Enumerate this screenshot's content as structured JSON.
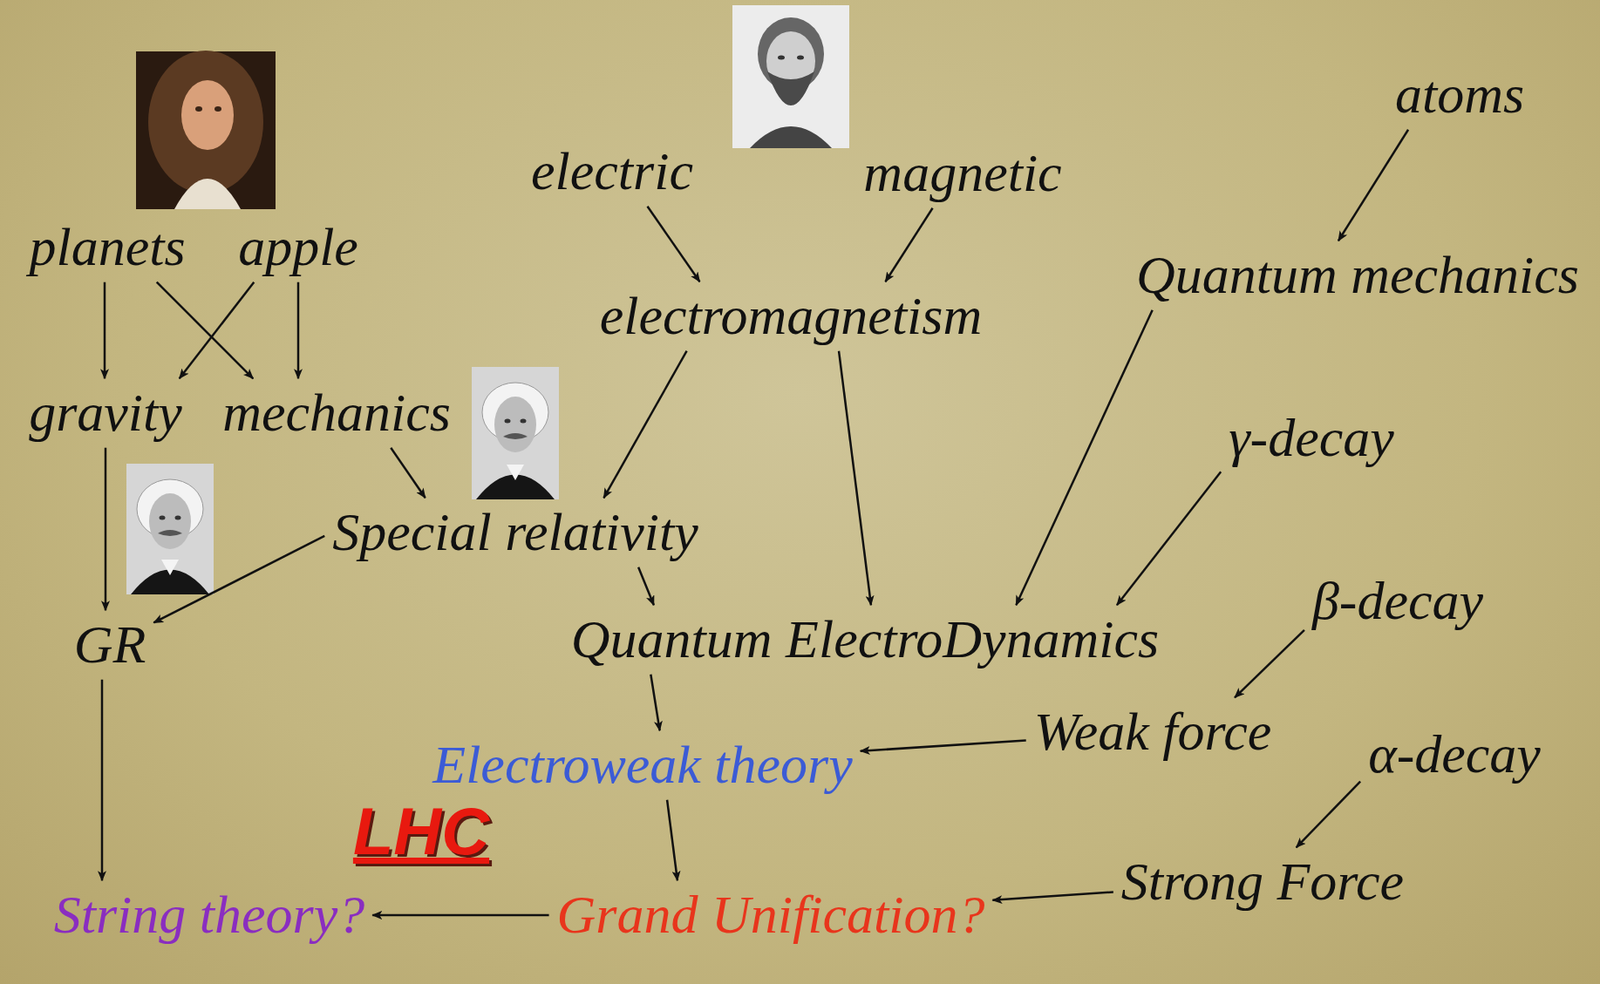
{
  "diagram": {
    "nodes": [
      {
        "text": [
          "planets"
        ]
      },
      {
        "text": [
          "apple"
        ]
      },
      {
        "text": [
          "electric"
        ]
      },
      {
        "text": [
          "magnetic"
        ]
      },
      {
        "text": [
          "atoms"
        ]
      },
      {
        "text": [
          "electromagnetism"
        ]
      },
      {
        "text": [
          "Quantum mechanics"
        ]
      },
      {
        "text": [
          "gravity"
        ]
      },
      {
        "text": [
          "mechanics"
        ]
      },
      {
        "text": [
          "γ-decay"
        ]
      },
      {
        "text": [
          "Special relativity"
        ]
      },
      {
        "text": [
          "GR"
        ]
      },
      {
        "text": [
          "Quantum ElectroDynamics"
        ]
      },
      {
        "text": [
          "β-decay"
        ]
      },
      {
        "text": [
          "Weak force"
        ]
      },
      {
        "text": [
          "Electroweak theory"
        ]
      },
      {
        "text": [
          "α-decay"
        ]
      },
      {
        "text": [
          "Strong Force"
        ]
      },
      {
        "text": [
          "String theory?"
        ]
      },
      {
        "text": [
          "Grand Unification?"
        ]
      }
    ],
    "edges": [
      {
        "from": 0,
        "to": 7,
        "arrow": "to"
      },
      {
        "from": 0,
        "to": 8,
        "arrow": "to"
      },
      {
        "from": 1,
        "to": 7,
        "arrow": "to"
      },
      {
        "from": 1,
        "to": 8,
        "arrow": "to"
      },
      {
        "from": 2,
        "to": 5,
        "arrow": "to"
      },
      {
        "from": 3,
        "to": 5,
        "arrow": "to"
      },
      {
        "from": 4,
        "to": 6,
        "arrow": "to"
      },
      {
        "from": 5,
        "to": 10,
        "arrow": "to"
      },
      {
        "from": 5,
        "to": 12,
        "arrow": "to"
      },
      {
        "from": 6,
        "to": 12,
        "arrow": "to"
      },
      {
        "from": 8,
        "to": 10,
        "arrow": "to"
      },
      {
        "from": 9,
        "to": 12,
        "arrow": "to"
      },
      {
        "from": 7,
        "to": 11,
        "arrow": "to"
      },
      {
        "from": 10,
        "to": 11,
        "arrow": "to"
      },
      {
        "from": 10,
        "to": 12,
        "arrow": "to"
      },
      {
        "from": 13,
        "to": 14,
        "arrow": "to"
      },
      {
        "from": 12,
        "to": 15,
        "arrow": "to"
      },
      {
        "from": 14,
        "to": 15,
        "arrow": "to"
      },
      {
        "from": 16,
        "to": 17,
        "arrow": "to"
      },
      {
        "from": 15,
        "to": 19,
        "arrow": "to"
      },
      {
        "from": 17,
        "to": 19,
        "arrow": "to"
      },
      {
        "from": 19,
        "to": 18,
        "arrow": "to"
      },
      {
        "from": 11,
        "to": 18,
        "arrow": "to"
      }
    ],
    "labels": [
      "LHC"
    ]
  }
}
